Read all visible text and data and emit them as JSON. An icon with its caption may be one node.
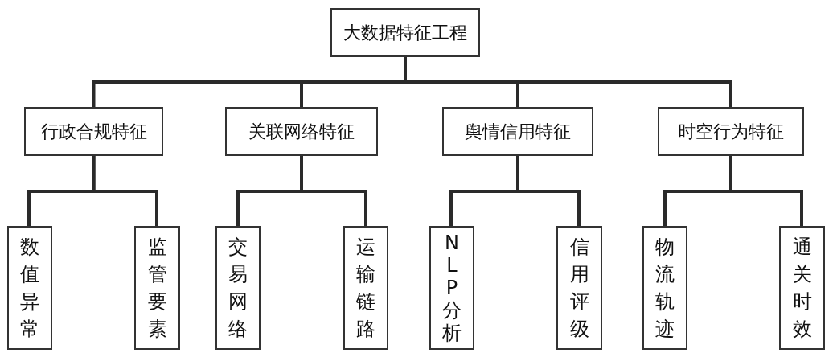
{
  "diagram": {
    "nodes": [
      {
        "text": [
          "大数据特征工程"
        ]
      },
      {
        "text": [
          "行政合规特征"
        ]
      },
      {
        "text": [
          "关联网络特征"
        ]
      },
      {
        "text": [
          "舆情信用特征"
        ]
      },
      {
        "text": [
          "时空行为特征"
        ]
      },
      {
        "text": [
          "数值异常"
        ]
      },
      {
        "text": [
          "监管要素"
        ]
      },
      {
        "text": [
          "交易网络"
        ]
      },
      {
        "text": [
          "运输链路"
        ]
      },
      {
        "text": [
          "NLP分析"
        ]
      },
      {
        "text": [
          "信用评级"
        ]
      },
      {
        "text": [
          "物流轨迹"
        ]
      },
      {
        "text": [
          "通关时效"
        ]
      }
    ],
    "edges": [
      {
        "from": 0,
        "to": 1,
        "arrow": "none"
      },
      {
        "from": 0,
        "to": 2,
        "arrow": "none"
      },
      {
        "from": 0,
        "to": 3,
        "arrow": "none"
      },
      {
        "from": 0,
        "to": 4,
        "arrow": "none"
      },
      {
        "from": 1,
        "to": 5,
        "arrow": "none"
      },
      {
        "from": 1,
        "to": 6,
        "arrow": "none"
      },
      {
        "from": 2,
        "to": 7,
        "arrow": "none"
      },
      {
        "from": 2,
        "to": 8,
        "arrow": "none"
      },
      {
        "from": 3,
        "to": 9,
        "arrow": "none"
      },
      {
        "from": 3,
        "to": 10,
        "arrow": "none"
      },
      {
        "from": 4,
        "to": 11,
        "arrow": "none"
      },
      {
        "from": 4,
        "to": 12,
        "arrow": "none"
      }
    ]
  }
}
